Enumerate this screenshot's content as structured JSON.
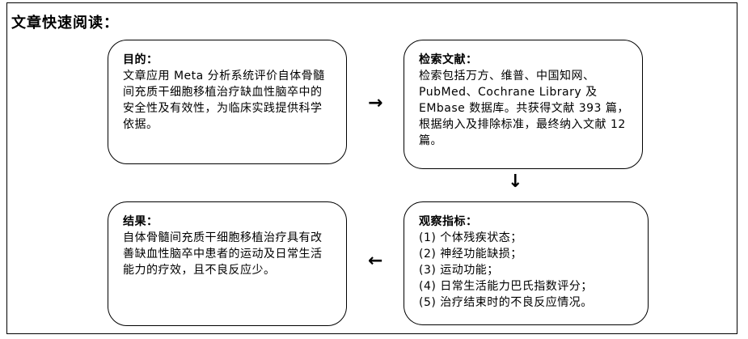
{
  "heading": "文章快速阅读：",
  "aim": {
    "title": "目的：",
    "body": "文章应用 Meta 分析系统评价自体骨髓间充质干细胞移植治疗缺血性脑卒中的安全性及有效性，为临床实践提供科学依据。"
  },
  "search": {
    "title": "检索文献：",
    "body": "检索包括万方、维普、中国知网、PubMed、Cochrane Library 及 EMbase 数据库。共获得文献 393 篇，根据纳入及排除标准，最终纳入文献 12 篇。"
  },
  "indicators": {
    "title": "观察指标：",
    "items": [
      "(1) 个体残疾状态；",
      "(2) 神经功能缺损；",
      "(3) 运动功能；",
      "(4) 日常生活能力巴氏指数评分；",
      "(5) 治疗结束时的不良反应情况。"
    ]
  },
  "result": {
    "title": "结果：",
    "body": "自体骨髓间充质干细胞移植治疗具有改善缺血性脑卒中患者的运动及日常生活能力的疗效，且不良反应少。"
  },
  "arrows": {
    "right": "→",
    "down": "↓",
    "left": "←"
  }
}
